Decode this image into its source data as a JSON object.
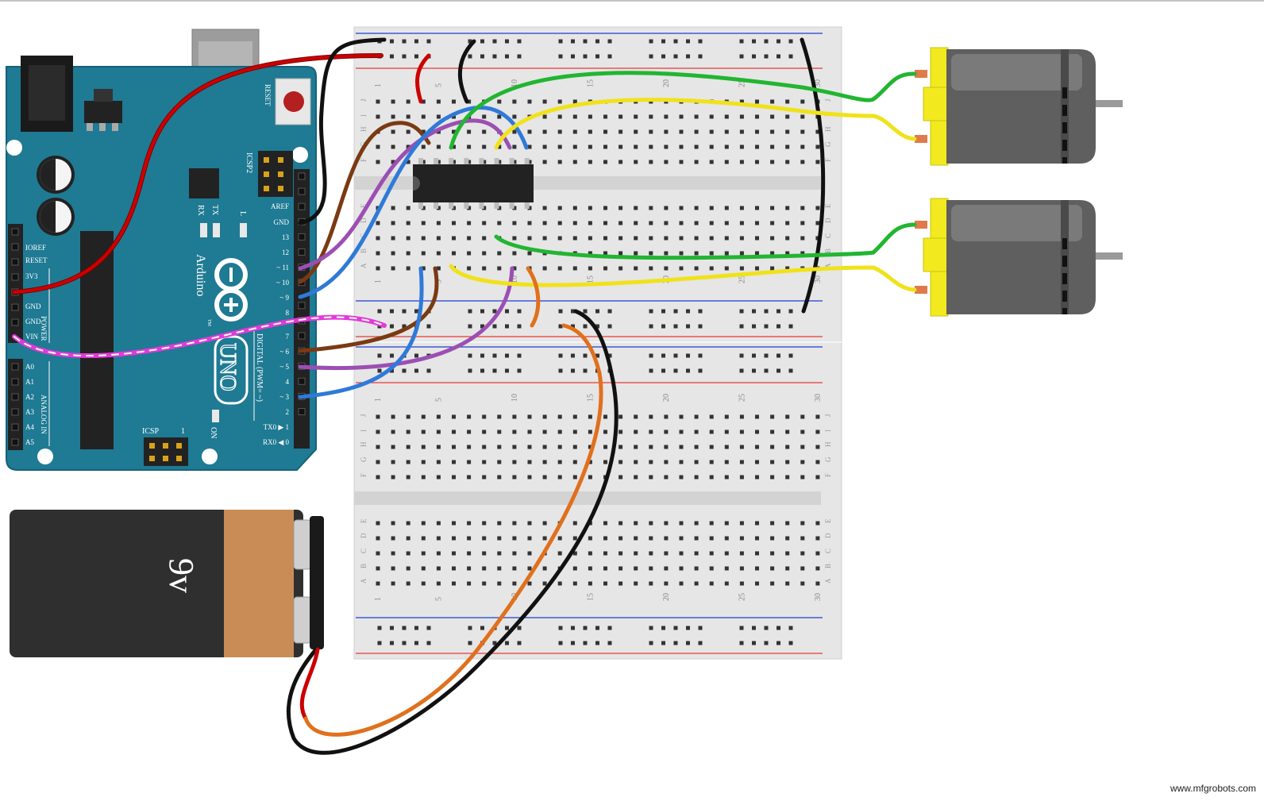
{
  "colors": {
    "arduino_board": "#1f7a93",
    "arduino_edge": "#16617a",
    "breadboard": "#e6e6e6",
    "rail_red": "#e53935",
    "rail_blue": "#1e3fd0",
    "wire_red": "#cc0000",
    "wire_black": "#111111",
    "wire_brown": "#7a3a12",
    "wire_purple": "#9b4fb3",
    "wire_blue": "#2f7ad8",
    "wire_green": "#22b531",
    "wire_yellow": "#f0e21a",
    "wire_orange": "#e0701d",
    "wire_magenta": "#e339d9",
    "motor_yellow": "#f2ea1e",
    "motor_body": "#5f5f5f",
    "battery_black": "#2f2f2f",
    "battery_copper": "#c98c57"
  },
  "arduino": {
    "brand": "Arduino",
    "tm": "TM",
    "model": "UNO",
    "reset_label": "RESET",
    "icsp2_label": "ICSP2",
    "icsp_label": "ICSP",
    "icsp_pin1": "1",
    "led_labels": [
      "TX",
      "RX",
      "L"
    ],
    "on_label": "ON",
    "digital_section": "DIGITAL (PWM= ~)",
    "power_section": "POWER",
    "analog_section": "ANALOG IN",
    "digital_pins": [
      "AREF",
      "GND",
      "13",
      "12",
      "~ 11",
      "~ 10",
      "~ 9",
      "8",
      "7",
      "~ 6",
      "~ 5",
      "4",
      "~ 3",
      "2",
      "TX0 ▶ 1",
      "RX0 ◀ 0"
    ],
    "power_pins": [
      "IOREF",
      "RESET",
      "3V3",
      "",
      "GND",
      "GND",
      "VIN"
    ],
    "analog_pins": [
      "A0",
      "A1",
      "A2",
      "A3",
      "A4",
      "A5"
    ]
  },
  "breadboard": {
    "column_numbers": [
      "1",
      "5",
      "10",
      "15",
      "20",
      "25",
      "30"
    ],
    "row_letters_top": [
      "J",
      "I",
      "H",
      "G",
      "F"
    ],
    "row_letters_bottom": [
      "E",
      "D",
      "C",
      "B",
      "A"
    ]
  },
  "battery": {
    "label": "9v"
  },
  "watermark": "www.mfgrobots.com"
}
